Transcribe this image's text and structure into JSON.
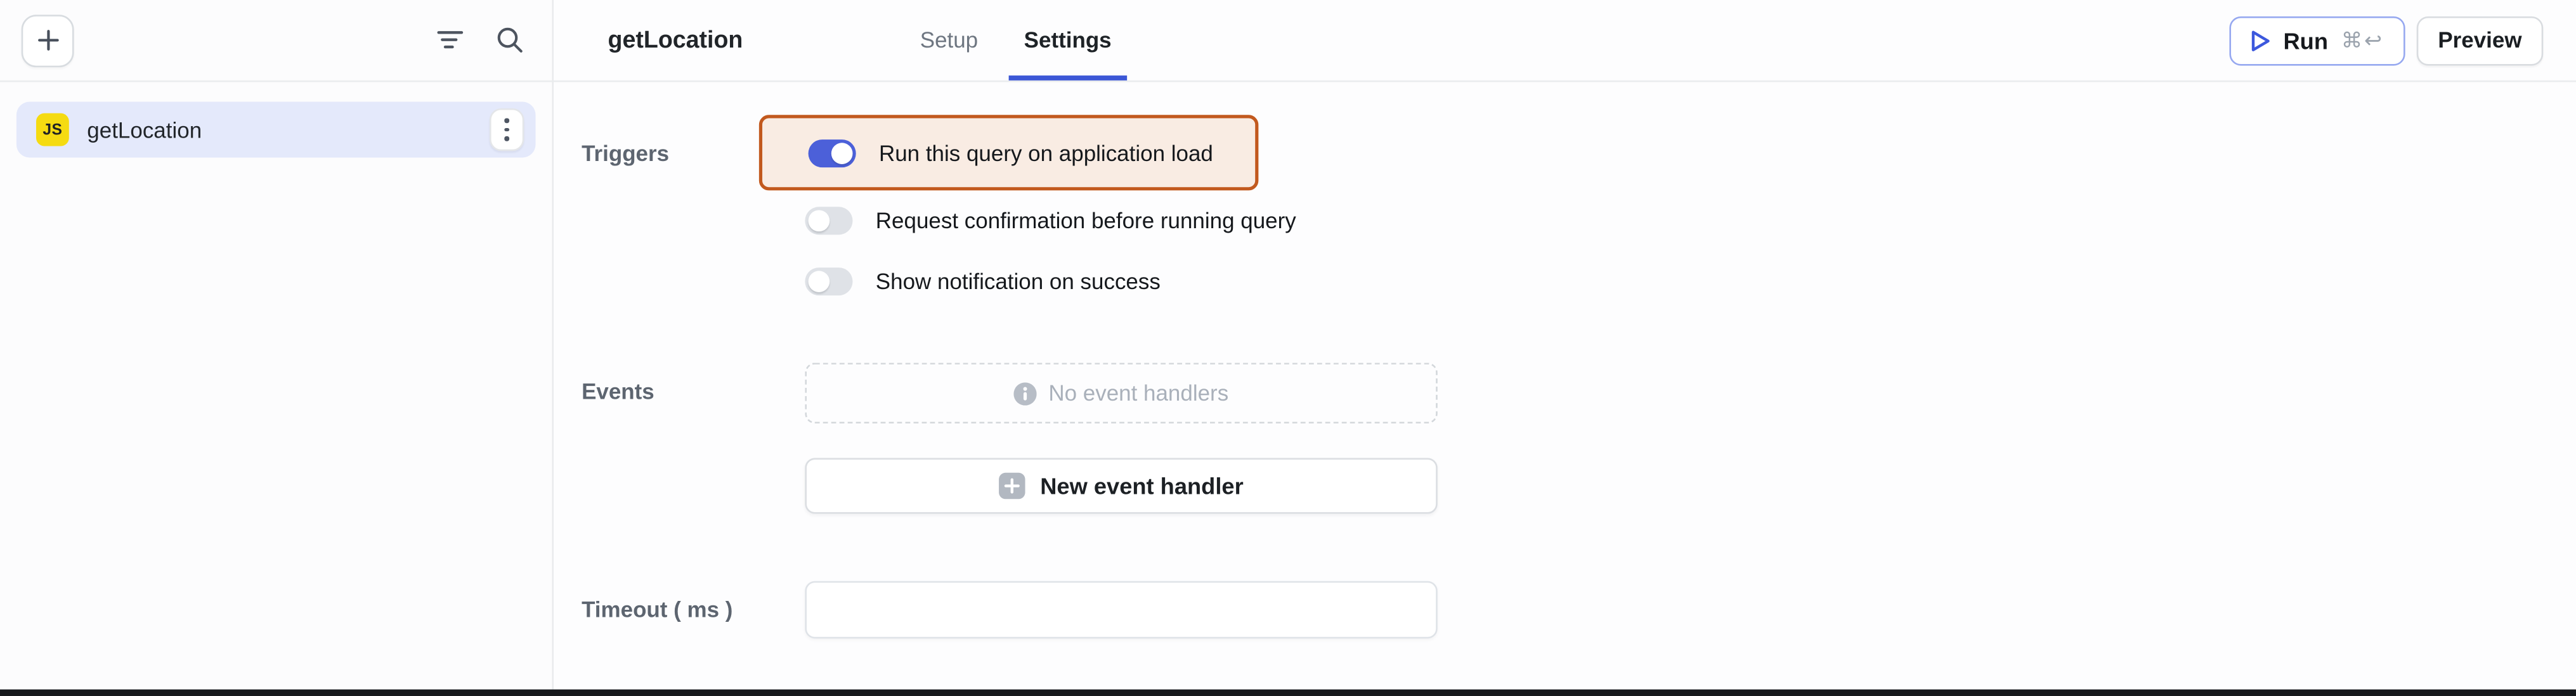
{
  "sidebar": {
    "query_item": {
      "badge": "JS",
      "name": "getLocation"
    }
  },
  "header": {
    "title": "getLocation",
    "tabs": [
      {
        "label": "Setup",
        "active": false
      },
      {
        "label": "Settings",
        "active": true
      }
    ],
    "run": {
      "label": "Run",
      "shortcut": "⌘↩"
    },
    "preview_label": "Preview"
  },
  "settings": {
    "triggers": {
      "label": "Triggers",
      "toggles": [
        {
          "label": "Run this query on application load",
          "on": true,
          "highlighted": true
        },
        {
          "label": "Request confirmation before running query",
          "on": false,
          "highlighted": false
        },
        {
          "label": "Show notification on success",
          "on": false,
          "highlighted": false
        }
      ]
    },
    "events": {
      "label": "Events",
      "empty_text": "No event handlers",
      "new_button_label": "New event handler"
    },
    "timeout": {
      "label": "Timeout ( ms )",
      "value": ""
    }
  },
  "colors": {
    "accent_blue": "#3b57d6",
    "toggle_on_blue": "#4c60d9",
    "highlight_border_orange": "#c2591e",
    "highlight_bg_peach": "#f9ece3",
    "selected_item_bg": "#e4e9fb",
    "js_badge_yellow": "#f5db11",
    "muted_gray": "#a9b0ba",
    "label_gray": "#5d6570",
    "bottom_bar_dark": "#17191d"
  }
}
